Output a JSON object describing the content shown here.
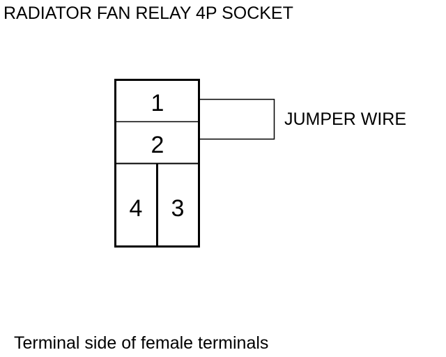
{
  "diagram": {
    "title": "RADIATOR FAN RELAY 4P SOCKET",
    "caption": "Terminal side of female terminals",
    "jumper_label": "JUMPER WIRE",
    "terminals": {
      "t1": "1",
      "t2": "2",
      "t3": "3",
      "t4": "4"
    },
    "line_color": "#000000",
    "background_color": "#ffffff"
  }
}
